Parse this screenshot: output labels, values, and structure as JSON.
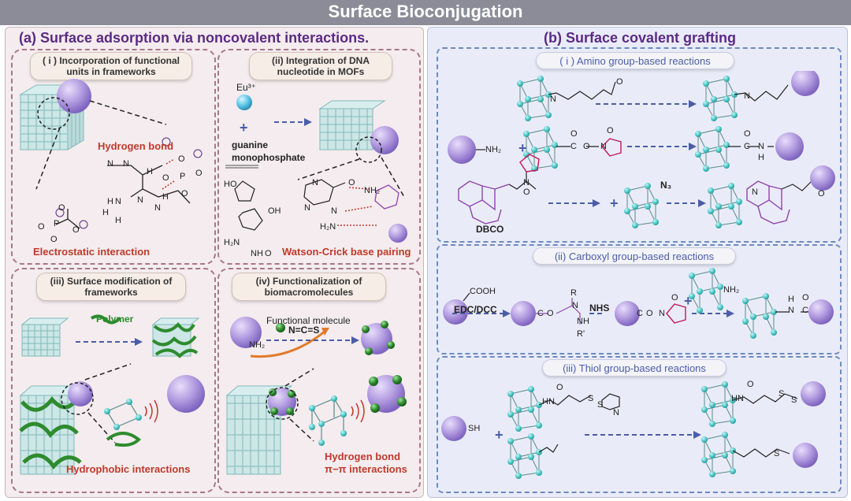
{
  "title": "Surface Bioconjugation",
  "panel_a": {
    "header": "(a) Surface adsorption via noncovalent interactions.",
    "sub1": {
      "title": "( i ) Incorporation of functional units in frameworks",
      "labels": [
        "Hydrogen bond",
        "Electrostatic interaction"
      ],
      "chem": [
        "H",
        "N",
        "N",
        "H",
        "H",
        "O",
        "O",
        "P",
        "O",
        "O",
        "H",
        "N",
        "H",
        "N",
        "N",
        "O",
        "O",
        "P",
        "O",
        "O"
      ]
    },
    "sub2": {
      "title": "(ii) Integration of DNA nucleotide in MOFs",
      "labels": [
        "Eu³⁺",
        "guanine monophosphate",
        "Watson-Crick base pairing"
      ],
      "chem": [
        "HO",
        "OH",
        "NH",
        "O",
        "H₂N",
        "N",
        "N",
        "N",
        "O",
        "H₂N",
        "NH₂"
      ]
    },
    "sub3": {
      "title": "(iii) Surface modification of frameworks",
      "labels": [
        "Polymer",
        "Hydrophobic interactions"
      ]
    },
    "sub4": {
      "title": "(iv) Functionalization of biomacromolecules",
      "labels": [
        "Functional molecule",
        "N=C=S",
        "NH₂",
        "Hydrogen bond",
        "π−π interactions"
      ]
    }
  },
  "panel_b": {
    "header": "(b) Surface covalent grafting",
    "sub1": {
      "title": "( i ) Amino group-based reactions",
      "chem": [
        "N",
        "O",
        "N",
        "NH₂",
        "+",
        "C",
        "O",
        "O",
        "N",
        "O",
        "C",
        "N",
        "O",
        "H",
        "N₃",
        "+",
        "N",
        "O",
        "N",
        "O"
      ],
      "labels": [
        "DBCO"
      ]
    },
    "sub2": {
      "title": "(ii) Carboxyl group-based reactions",
      "chem": [
        "COOH",
        "C",
        "O",
        "N",
        "R",
        "NH",
        "R'",
        "NHS",
        "O",
        "C",
        "N",
        "O",
        "+",
        "NH₂",
        "H",
        "N",
        "C",
        "O"
      ],
      "labels": [
        "EDC/DCC"
      ]
    },
    "sub3": {
      "title": "(iii) Thiol group-based reactions",
      "chem": [
        "SH",
        "+",
        "O",
        "HN",
        "S",
        "S",
        "N",
        "O",
        "HN",
        "S",
        "S",
        "S"
      ]
    }
  },
  "colors": {
    "title_bar": "#8c8c99",
    "panel_a_bg": "#f4ecee",
    "panel_b_bg": "#e9ecf8",
    "header": "#5b2a84",
    "red_label": "#c0392b",
    "sphere": "#b39ce0",
    "node": "#4fc9c9",
    "polymer": "#2e8b2e"
  }
}
